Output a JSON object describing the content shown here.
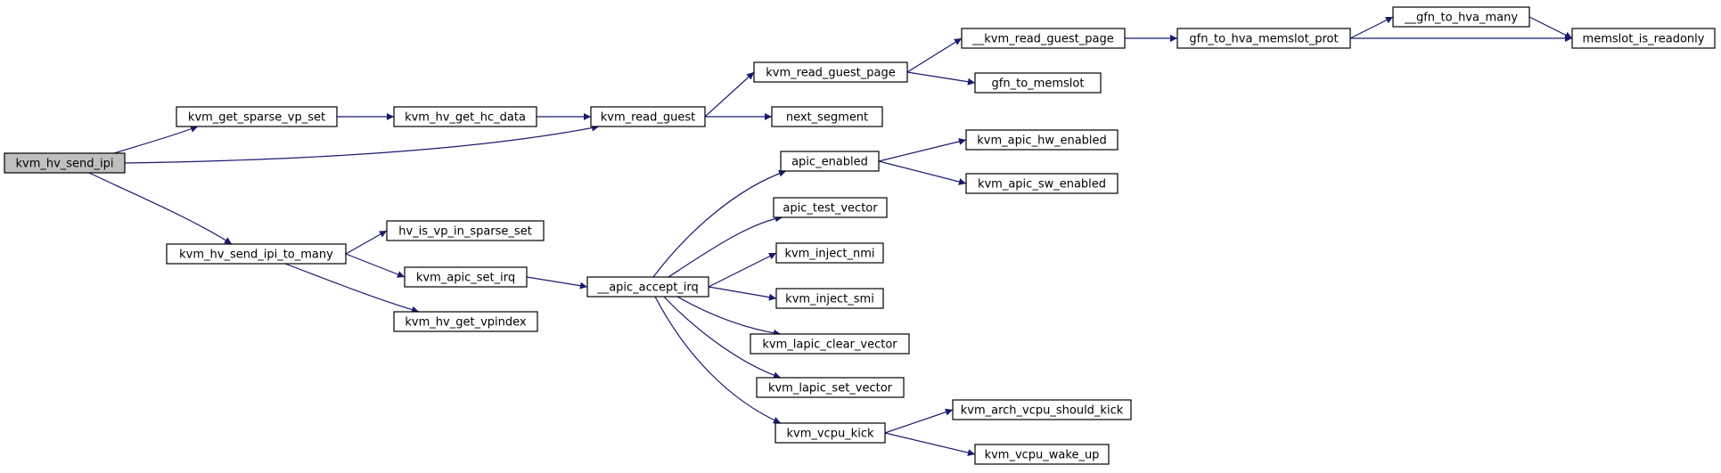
{
  "diagram": {
    "edge_color": "#191970",
    "root_fill": "#bfbfbf",
    "node_fill": "#ffffff",
    "nodes": [
      {
        "id": "kvm_hv_send_ipi",
        "label": "kvm_hv_send_ipi",
        "root": true
      },
      {
        "id": "kvm_get_sparse_vp_set",
        "label": "kvm_get_sparse_vp_set"
      },
      {
        "id": "kvm_hv_get_hc_data",
        "label": "kvm_hv_get_hc_data"
      },
      {
        "id": "kvm_read_guest",
        "label": "kvm_read_guest"
      },
      {
        "id": "kvm_read_guest_page",
        "label": "kvm_read_guest_page"
      },
      {
        "id": "next_segment",
        "label": "next_segment"
      },
      {
        "id": "__kvm_read_guest_page",
        "label": "__kvm_read_guest_page"
      },
      {
        "id": "gfn_to_memslot",
        "label": "gfn_to_memslot"
      },
      {
        "id": "gfn_to_hva_memslot_prot",
        "label": "gfn_to_hva_memslot_prot"
      },
      {
        "id": "__gfn_to_hva_many",
        "label": "__gfn_to_hva_many"
      },
      {
        "id": "memslot_is_readonly",
        "label": "memslot_is_readonly"
      },
      {
        "id": "kvm_hv_send_ipi_to_many",
        "label": "kvm_hv_send_ipi_to_many"
      },
      {
        "id": "hv_is_vp_in_sparse_set",
        "label": "hv_is_vp_in_sparse_set"
      },
      {
        "id": "kvm_apic_set_irq",
        "label": "kvm_apic_set_irq"
      },
      {
        "id": "kvm_hv_get_vpindex",
        "label": "kvm_hv_get_vpindex"
      },
      {
        "id": "__apic_accept_irq",
        "label": "__apic_accept_irq"
      },
      {
        "id": "apic_enabled",
        "label": "apic_enabled"
      },
      {
        "id": "apic_test_vector",
        "label": "apic_test_vector"
      },
      {
        "id": "kvm_inject_nmi",
        "label": "kvm_inject_nmi"
      },
      {
        "id": "kvm_inject_smi",
        "label": "kvm_inject_smi"
      },
      {
        "id": "kvm_lapic_clear_vector",
        "label": "kvm_lapic_clear_vector"
      },
      {
        "id": "kvm_lapic_set_vector",
        "label": "kvm_lapic_set_vector"
      },
      {
        "id": "kvm_vcpu_kick",
        "label": "kvm_vcpu_kick"
      },
      {
        "id": "kvm_apic_hw_enabled",
        "label": "kvm_apic_hw_enabled"
      },
      {
        "id": "kvm_apic_sw_enabled",
        "label": "kvm_apic_sw_enabled"
      },
      {
        "id": "kvm_arch_vcpu_should_kick",
        "label": "kvm_arch_vcpu_should_kick"
      },
      {
        "id": "kvm_vcpu_wake_up",
        "label": "kvm_vcpu_wake_up"
      }
    ],
    "edges": [
      {
        "from": "kvm_hv_send_ipi",
        "to": "kvm_get_sparse_vp_set"
      },
      {
        "from": "kvm_hv_send_ipi",
        "to": "kvm_read_guest"
      },
      {
        "from": "kvm_hv_send_ipi",
        "to": "kvm_hv_send_ipi_to_many"
      },
      {
        "from": "kvm_get_sparse_vp_set",
        "to": "kvm_hv_get_hc_data"
      },
      {
        "from": "kvm_hv_get_hc_data",
        "to": "kvm_read_guest"
      },
      {
        "from": "kvm_read_guest",
        "to": "kvm_read_guest_page"
      },
      {
        "from": "kvm_read_guest",
        "to": "next_segment"
      },
      {
        "from": "kvm_read_guest_page",
        "to": "__kvm_read_guest_page"
      },
      {
        "from": "kvm_read_guest_page",
        "to": "gfn_to_memslot"
      },
      {
        "from": "__kvm_read_guest_page",
        "to": "gfn_to_hva_memslot_prot"
      },
      {
        "from": "gfn_to_hva_memslot_prot",
        "to": "__gfn_to_hva_many"
      },
      {
        "from": "gfn_to_hva_memslot_prot",
        "to": "memslot_is_readonly"
      },
      {
        "from": "__gfn_to_hva_many",
        "to": "memslot_is_readonly"
      },
      {
        "from": "kvm_hv_send_ipi_to_many",
        "to": "hv_is_vp_in_sparse_set"
      },
      {
        "from": "kvm_hv_send_ipi_to_many",
        "to": "kvm_apic_set_irq"
      },
      {
        "from": "kvm_hv_send_ipi_to_many",
        "to": "kvm_hv_get_vpindex"
      },
      {
        "from": "kvm_apic_set_irq",
        "to": "__apic_accept_irq"
      },
      {
        "from": "__apic_accept_irq",
        "to": "apic_enabled"
      },
      {
        "from": "__apic_accept_irq",
        "to": "apic_test_vector"
      },
      {
        "from": "__apic_accept_irq",
        "to": "kvm_inject_nmi"
      },
      {
        "from": "__apic_accept_irq",
        "to": "kvm_inject_smi"
      },
      {
        "from": "__apic_accept_irq",
        "to": "kvm_lapic_clear_vector"
      },
      {
        "from": "__apic_accept_irq",
        "to": "kvm_lapic_set_vector"
      },
      {
        "from": "__apic_accept_irq",
        "to": "kvm_vcpu_kick"
      },
      {
        "from": "apic_enabled",
        "to": "kvm_apic_hw_enabled"
      },
      {
        "from": "apic_enabled",
        "to": "kvm_apic_sw_enabled"
      },
      {
        "from": "kvm_vcpu_kick",
        "to": "kvm_arch_vcpu_should_kick"
      },
      {
        "from": "kvm_vcpu_kick",
        "to": "kvm_vcpu_wake_up"
      }
    ]
  }
}
